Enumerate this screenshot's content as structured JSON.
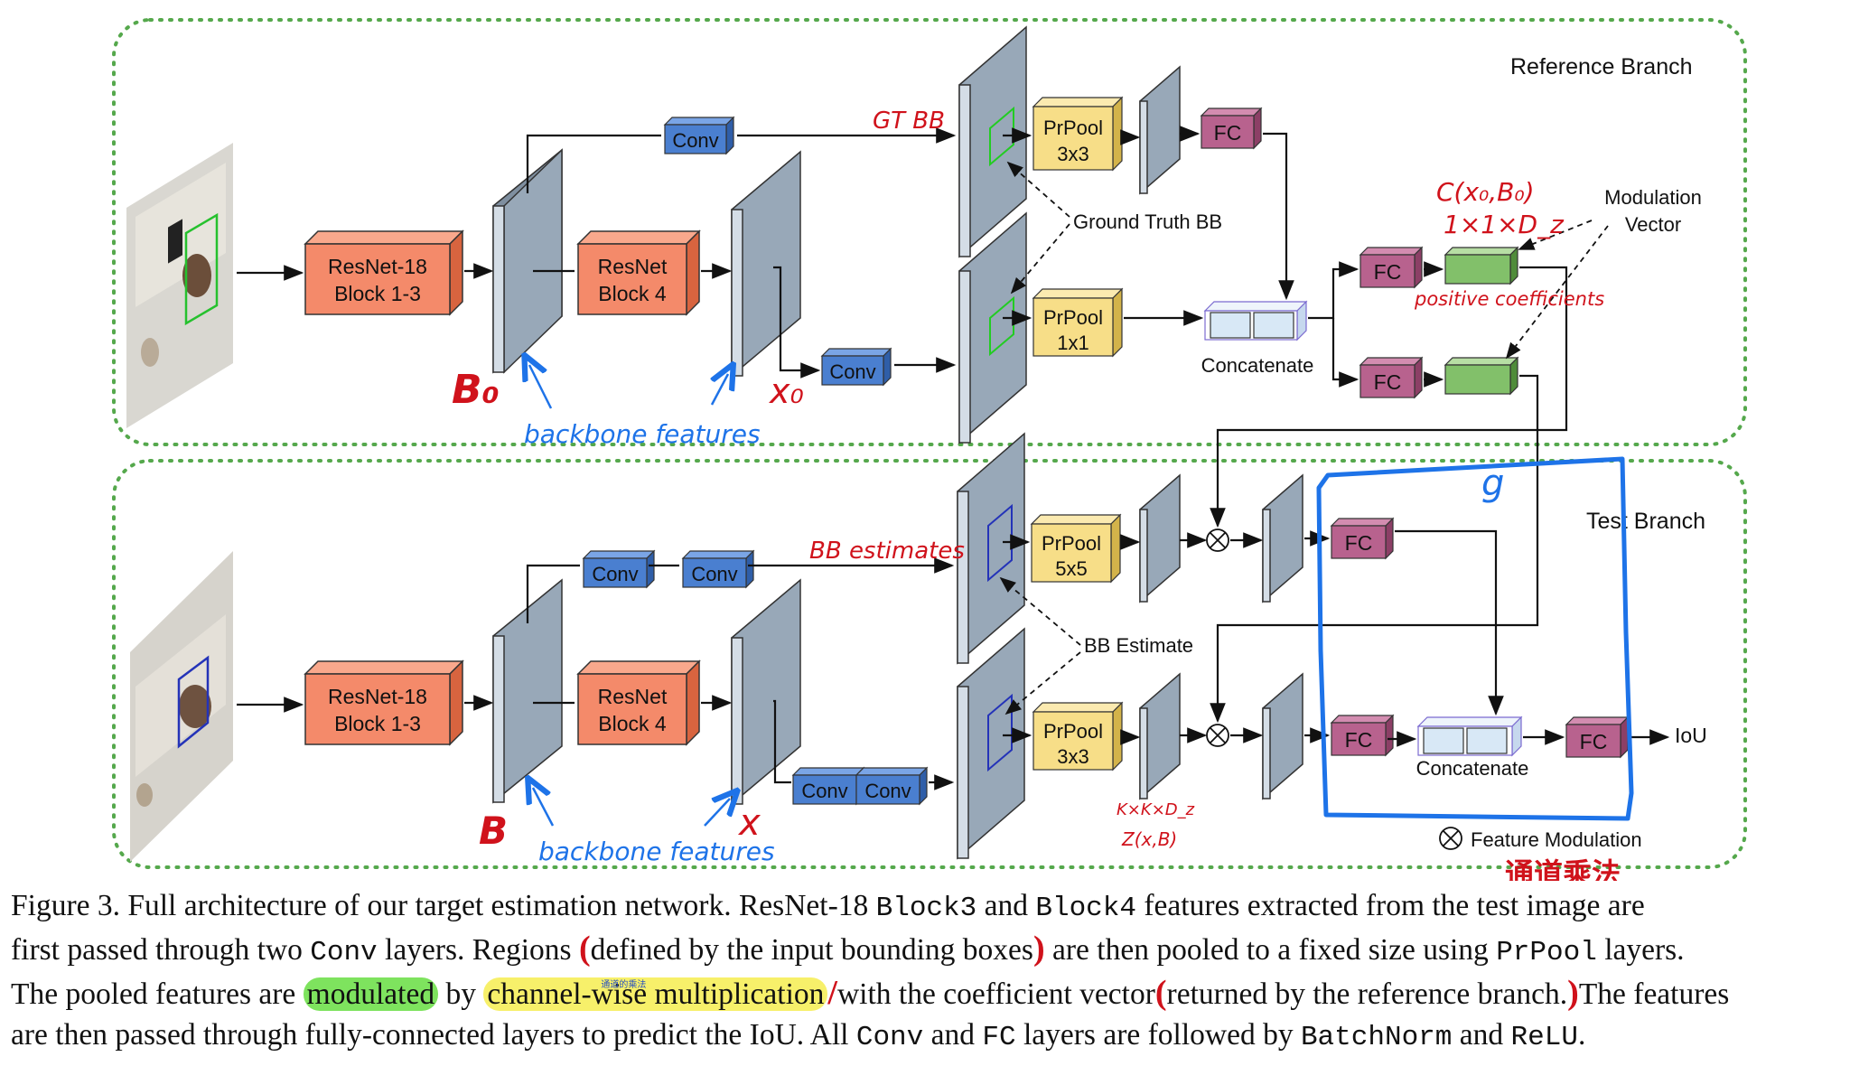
{
  "regions": {
    "reference": "Reference Branch",
    "test": "Test Branch"
  },
  "blocks": {
    "resnet18": [
      "ResNet-18",
      "Block 1-3"
    ],
    "resnet_block4": [
      "ResNet",
      "Block 4"
    ],
    "conv": "Conv",
    "fc": "FC",
    "prpool_3x3": [
      "PrPool",
      "3x3"
    ],
    "prpool_1x1": [
      "PrPool",
      "1x1"
    ],
    "prpool_5x5": [
      "PrPool",
      "5x5"
    ],
    "concatenate": "Concatenate",
    "iou": "IoU"
  },
  "labels": {
    "ground_truth_bb": "Ground Truth BB",
    "bb_estimate": "BB Estimate",
    "modulation_vector": [
      "Modulation",
      "Vector"
    ],
    "feature_modulation": "Feature Modulation"
  },
  "annotations": {
    "gt_bb": "GT BB",
    "bb_estimates": "BB estimates",
    "B0": "B₀",
    "x0": "x₀",
    "B": "B",
    "x": "x",
    "backbone_features": "backbone features",
    "c_formula": [
      "C(x₀,B₀)",
      "1×1×D_z"
    ],
    "positive_coefficients": "positive coefficients",
    "g": "g",
    "kxk": [
      "K×K×D_z",
      "Z(x,B)"
    ],
    "channel_mult_cn": "通道乘法",
    "tiny_note": "通道的乘法"
  },
  "caption": {
    "l1_pre": "Figure 3. Full architecture of our target estimation network. ResNet-18 ",
    "l1_m1": "Block3",
    "l1_mid": " and ",
    "l1_m2": "Block4",
    "l1_post": " features extracted from the test image are",
    "l2_pre": "first passed through two ",
    "l2_m1": "Conv",
    "l2_a": " layers. Regions ",
    "l2_b": "defined by the input bounding boxes",
    "l2_c": " are then pooled to a fixed size using ",
    "l2_m2": "PrPool",
    "l2_post": " layers.",
    "l3_a": "The pooled features are ",
    "l3_hl1": "modulated",
    "l3_b": " by ",
    "l3_hl2": "channel-wise multiplication",
    "l3_c": "with the coefficient vector",
    "l3_d": "returned by the reference branch.",
    "l3_e": "The features",
    "l4_a": "are then passed through fully-connected layers to predict the IoU. All ",
    "l4_m1": "Conv",
    "l4_b": " and ",
    "l4_m2": "FC",
    "l4_c": " layers are followed by ",
    "l4_m3": "BatchNorm",
    "l4_d": " and ",
    "l4_m4": "ReLU",
    "l4_e": "."
  },
  "colors": {
    "resnet": "#f48a6a",
    "conv": "#4a7fd0",
    "fc": "#b8628e",
    "prpool": "#f7de88",
    "coef": "#82c06a",
    "concat": "#d8e8f6",
    "feature_map": "#98a8b8",
    "region_border": "#55a84c",
    "annotation_red": "#d0121b",
    "annotation_blue": "#1e73e8"
  }
}
